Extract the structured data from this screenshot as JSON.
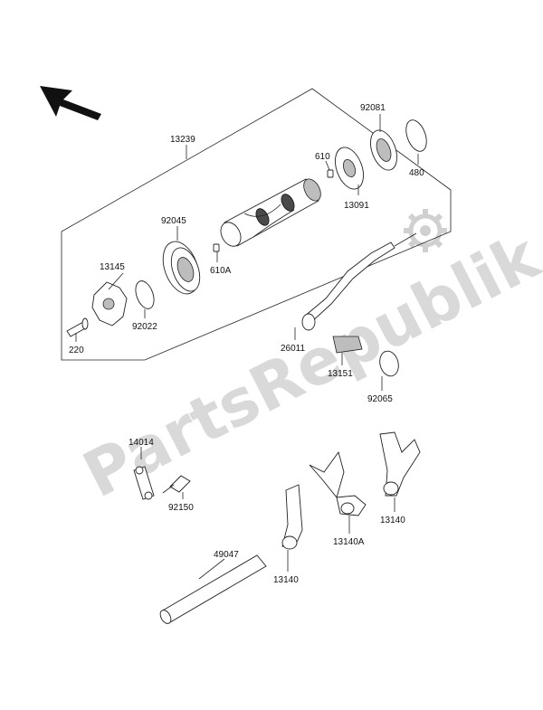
{
  "watermark": "PartsRepublik",
  "part_labels": {
    "p13239": "13239",
    "p92081": "92081",
    "p610": "610",
    "p480": "480",
    "p13091": "13091",
    "p92045": "92045",
    "p13145": "13145",
    "p610A": "610A",
    "p92022": "92022",
    "p220": "220",
    "p26011": "26011",
    "p13151": "13151",
    "p92065": "92065",
    "p14014": "14014",
    "p92150": "92150",
    "p49047": "49047",
    "p13140a": "13140",
    "p13140A": "13140A",
    "p13140b": "13140"
  },
  "icons": {
    "direction": "front-arrow-icon",
    "watermark_gear": "gear-icon"
  }
}
